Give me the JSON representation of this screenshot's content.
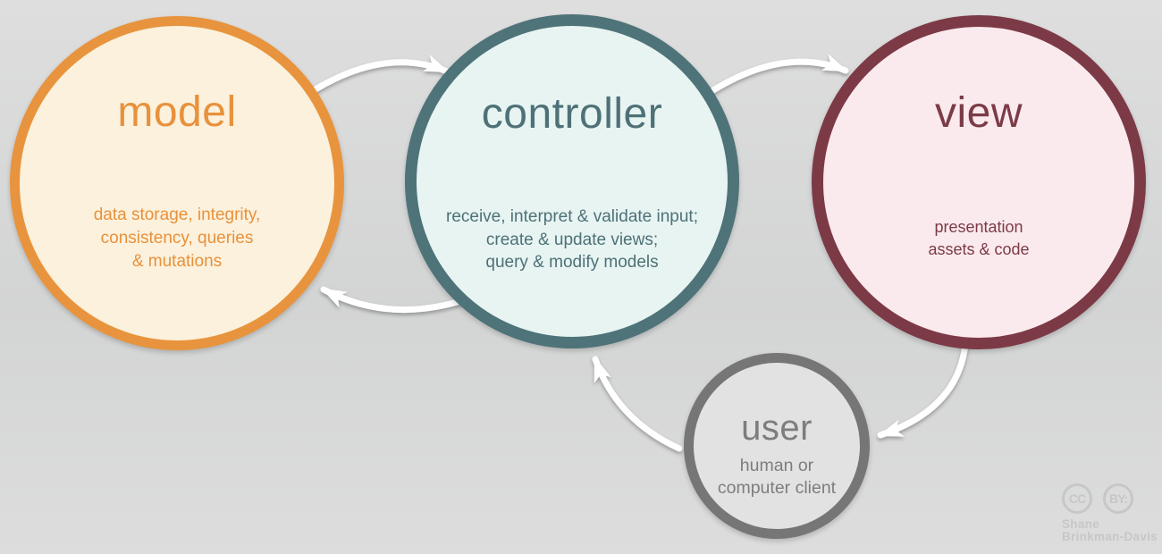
{
  "nodes": {
    "model": {
      "label": "model",
      "description": "data storage, integrity,\nconsistency, queries\n& mutations",
      "colors": {
        "border": "#e8943e",
        "fill": "#fbf1dc",
        "text": "#e8913c"
      }
    },
    "controller": {
      "label": "controller",
      "description": "receive, interpret & validate input;\ncreate & update views;\nquery & modify models",
      "colors": {
        "border": "#4e7378",
        "fill": "#e7f4f2",
        "text": "#4e7177"
      }
    },
    "view": {
      "label": "view",
      "description": "presentation\nassets & code",
      "colors": {
        "border": "#7c3a46",
        "fill": "#fbeaed",
        "text": "#7b3b47"
      }
    },
    "user": {
      "label": "user",
      "description": "human or\ncomputer client",
      "colors": {
        "border": "#767676",
        "fill": "#e2e2e2",
        "text": "#7d7d7d"
      }
    }
  },
  "edges": [
    {
      "from": "model",
      "to": "controller"
    },
    {
      "from": "controller",
      "to": "view"
    },
    {
      "from": "controller",
      "to": "model"
    },
    {
      "from": "view",
      "to": "user"
    },
    {
      "from": "user",
      "to": "controller"
    }
  ],
  "arrow_color": "#ffffff",
  "attribution": {
    "badges": [
      "CC",
      "BY:"
    ],
    "author": "Shane\nBrinkman-Davis"
  }
}
